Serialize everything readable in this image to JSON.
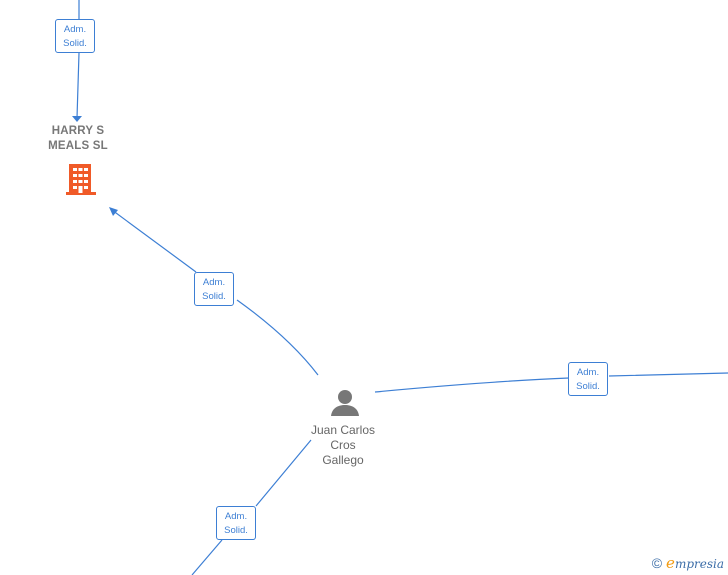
{
  "edges": [
    {
      "label_line1": "Adm.",
      "label_line2": "Solid."
    },
    {
      "label_line1": "Adm.",
      "label_line2": "Solid."
    },
    {
      "label_line1": "Adm.",
      "label_line2": "Solid."
    },
    {
      "label_line1": "Adm.",
      "label_line2": "Solid."
    }
  ],
  "company": {
    "name_line1": "HARRY S",
    "name_line2": "MEALS  SL",
    "icon": "building-icon",
    "color": "#f05a28"
  },
  "person": {
    "name_line1": "Juan Carlos",
    "name_line2": "Cros",
    "name_line3": "Gallego",
    "icon": "person-icon",
    "color": "#777777"
  },
  "brand": {
    "copyright": "©",
    "e": "e",
    "rest": "mpresia"
  },
  "colors": {
    "edge": "#3d7fd4"
  }
}
